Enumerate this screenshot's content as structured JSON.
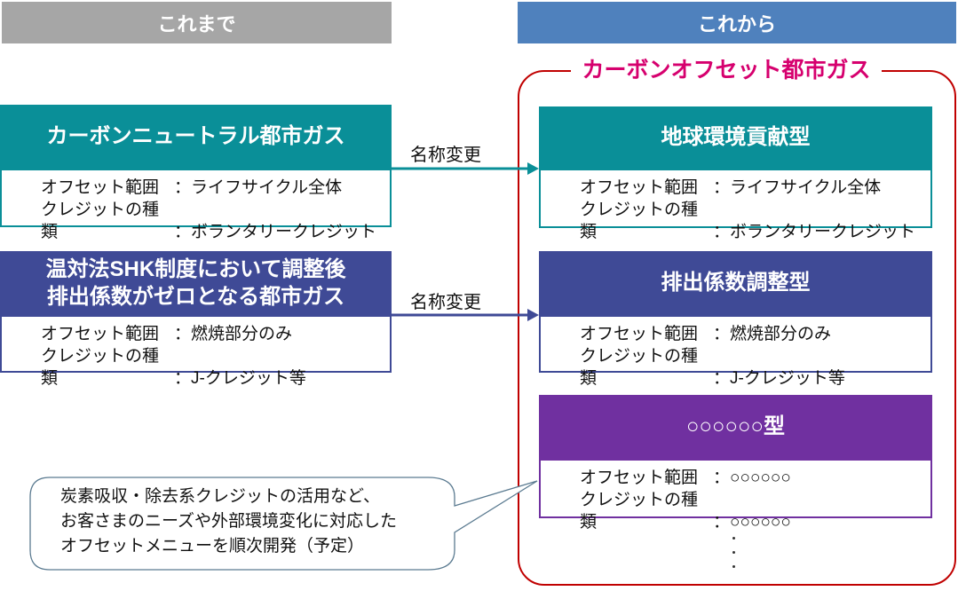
{
  "headers": {
    "before": "これまで",
    "after": "これから"
  },
  "group_title": "カーボンオフセット都市ガス",
  "arrow_label": "名称変更",
  "field_labels": {
    "range": "オフセット範囲",
    "credit": "クレジットの種類"
  },
  "separator": "：",
  "left": [
    {
      "title": "カーボンニュートラル都市ガス",
      "range": "ライフサイクル全体",
      "credit": "ボランタリークレジット"
    },
    {
      "title_line1": "温対法SHK制度において調整後",
      "title_line2": "排出係数がゼロとなる都市ガス",
      "range": "燃焼部分のみ",
      "credit": "J-クレジット等"
    }
  ],
  "right": [
    {
      "title": "地球環境貢献型",
      "range": "ライフサイクル全体",
      "credit": "ボランタリークレジット"
    },
    {
      "title": "排出係数調整型",
      "range": "燃焼部分のみ",
      "credit": "J-クレジット等"
    },
    {
      "title": "○○○○○○型",
      "range": "○○○○○○",
      "credit": "○○○○○○"
    }
  ],
  "callout": {
    "line1": "炭素吸収・除去系クレジットの活用など、",
    "line2": "お客さまのニーズや外部環境変化に対応した",
    "line3": "オフセットメニューを順次開発（予定）"
  },
  "colors": {
    "gray": "#a6a6a6",
    "blue": "#4f81bd",
    "teal": "#0a8f98",
    "navy": "#3f4a96",
    "purple": "#7030a0",
    "red": "#c00000",
    "pink": "#d6006e"
  }
}
